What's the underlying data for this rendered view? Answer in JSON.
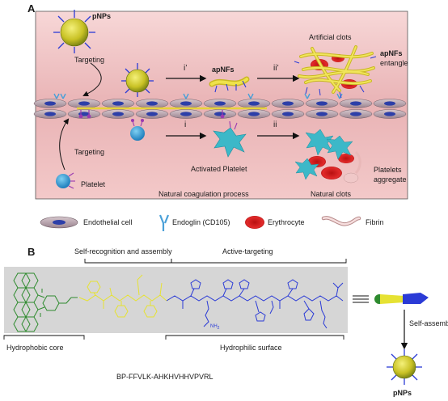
{
  "panel_a": {
    "letter": "A",
    "labels": {
      "pnps": "pNPs",
      "targeting_top": "Targeting",
      "targeting_bottom": "Targeting",
      "platelet": "Platelet",
      "step_i_prime": "i’",
      "step_ii_prime": "ii’",
      "step_i": "i",
      "step_ii": "ii",
      "apnfs": "apNFs",
      "artificial_clots": "Artificial clots",
      "apnfs_entangle_1": "apNFs",
      "apnfs_entangle_2": "entangle",
      "activated_platelet": "Activated Platelet",
      "natural_coagulation": "Natural coagulation process",
      "natural_clots": "Natural clots",
      "platelets_aggregate_1": "Platelets",
      "platelets_aggregate_2": "aggregate"
    },
    "legend": [
      {
        "label": "Endothelial cell",
        "icon": "endothelial-cell-icon"
      },
      {
        "label": "Endoglin (CD105)",
        "icon": "endoglin-icon"
      },
      {
        "label": "Erythrocyte",
        "icon": "erythrocyte-icon"
      },
      {
        "label": "Fibrin",
        "icon": "fibrin-icon"
      }
    ]
  },
  "panel_b": {
    "letter": "B",
    "labels": {
      "self_recognition": "Self-recognition and assembly",
      "active_targeting": "Active-targeting",
      "hydrophobic_core": "Hydrophobic core",
      "hydrophilic_surface": "Hydrophilic surface",
      "sequence": "BP-FFVLK-AHKHVHHVPVRL",
      "self_assembly": "Self-assembly",
      "pnps": "pNPs",
      "nh2": "NH",
      "nh2_sub": "2"
    }
  },
  "colors": {
    "vessel_bg": "#f3c9c9",
    "endothelium": "#b9a3ad",
    "nucleus": "#2d3fa8",
    "platelet": "#2aa3d8",
    "activated_platelet": "#3cb8c8",
    "fibre_yellow": "#e6d33a",
    "erythrocyte": "#d51f1f",
    "endoglin": "#4aa0d8",
    "hydrophobic_green": "#2e8b2e",
    "assembly_yellow": "#e6e233",
    "targeting_blue": "#2b3bd6",
    "chem_bg": "#d6d6d6"
  }
}
